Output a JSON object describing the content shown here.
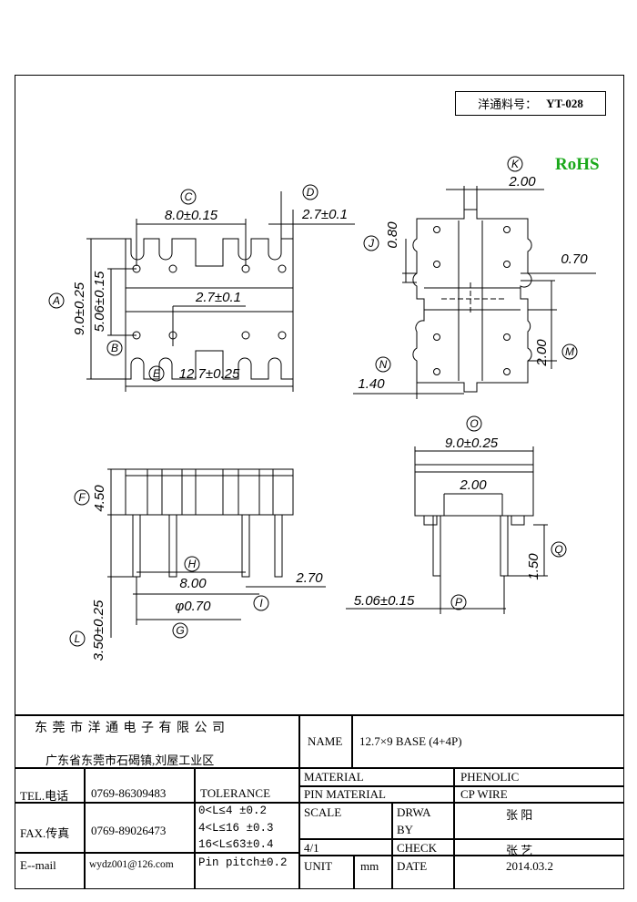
{
  "header": {
    "part_label": "洋通料号：",
    "part_number": "YT-028",
    "rohs": "RoHS",
    "rohs_color": "#1aa81a"
  },
  "dimensions": {
    "C_top": "8.0±0.15",
    "D_top": "2.7±0.1",
    "A": "9.0±0.25",
    "B": "5.06±0.15",
    "center": "2.7±0.1",
    "E": "12.7±0.25",
    "K": "2.00",
    "J": "0.80",
    "right_070": "0.70",
    "M": "2.00",
    "N": "1.40",
    "F": "4.50",
    "H": "8.00",
    "I_270": "2.70",
    "phi": "φ0.70",
    "L": "3.50±0.25",
    "O": "9.0±0.25",
    "side_200": "2.00",
    "Q": "1.50",
    "P": "5.06±0.15"
  },
  "letters": [
    "A",
    "B",
    "C",
    "D",
    "E",
    "F",
    "G",
    "H",
    "I",
    "J",
    "K",
    "L",
    "M",
    "N",
    "O",
    "P",
    "Q"
  ],
  "title_block": {
    "company": "东 莞 市 洋 通 电 子 有 限 公 司",
    "address": "广东省东莞市石碣镇,刘屋工业区",
    "tel_label": "TEL.电话",
    "tel": "0769-86309483",
    "fax_label": "FAX.传真",
    "fax": "0769-89026473",
    "email_label": "E--mail",
    "email": "wydz001@126.com",
    "tolerance_label": "TOLERANCE",
    "tol1": "0<L≤4   ±0.2",
    "tol2": "4<L≤16  ±0.3",
    "tol3": "16<L≤63±0.4",
    "tol4": "Pin pitch±0.2",
    "name_label": "NAME",
    "name": "12.7×9 BASE (4+4P)",
    "material_label": "MATERIAL",
    "material": "PHENOLIC",
    "pin_material_label": "PIN MATERIAL",
    "pin_material": "CP WIRE",
    "scale_label": "SCALE",
    "scale": "4/1",
    "drwa_label": "DRWA",
    "by_label": "BY",
    "drawn_by": "张 阳",
    "check_label": "CHECK",
    "checked_by": "张 艺",
    "unit_label": "UNIT",
    "unit": "mm",
    "date_label": "DATE",
    "date": "2014.03.2"
  }
}
